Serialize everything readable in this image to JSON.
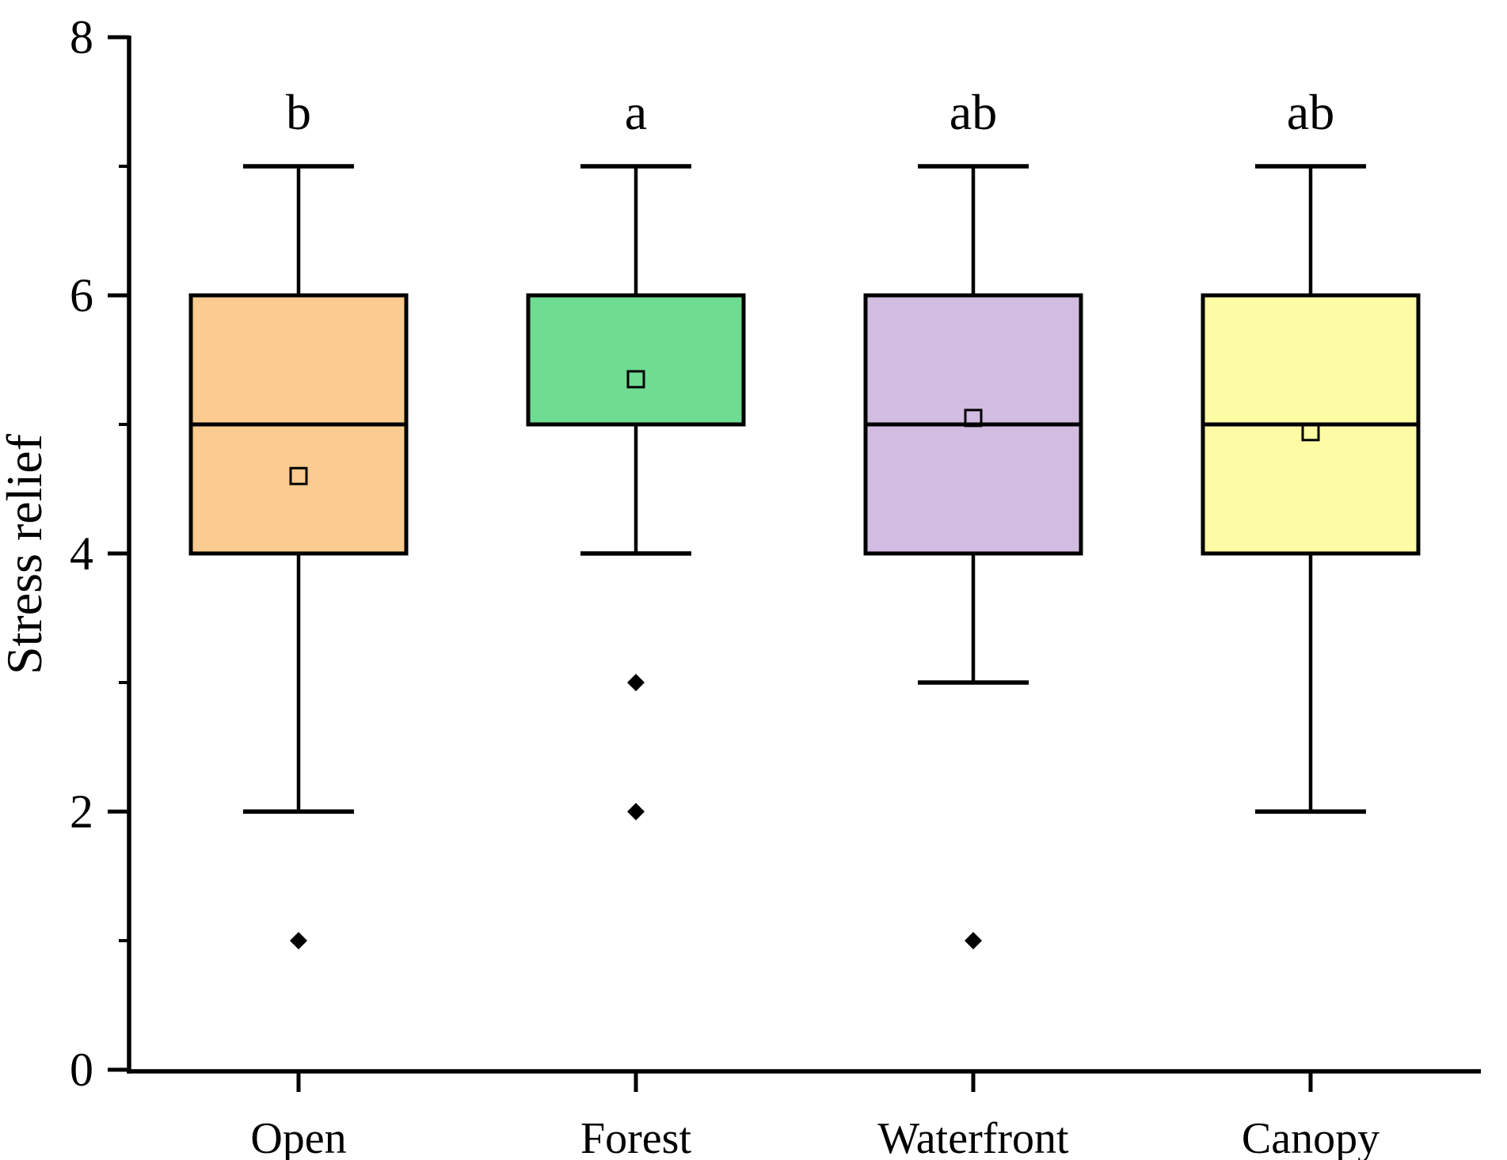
{
  "chart_data": {
    "type": "box",
    "title": "",
    "ylabel": "Stress relief",
    "xlabel": "",
    "ylim": [
      0,
      8
    ],
    "y_major_ticks": [
      0,
      2,
      4,
      6,
      8
    ],
    "y_minor_ticks": [
      1,
      3,
      5,
      7
    ],
    "grid": false,
    "legend": "none",
    "background_color": "#FFFFFF",
    "axis_color": "#000000",
    "marker_styles": {
      "mean": "open-square",
      "outlier": "filled-diamond"
    },
    "categories": [
      "Open",
      "Forest",
      "Waterfront",
      "Canopy"
    ],
    "significance_letters": [
      "b",
      "a",
      "ab",
      "ab"
    ],
    "boxes": [
      {
        "category": "Open",
        "letter": "b",
        "fill_color": "#FCCB8F",
        "whisker_low": 2,
        "q1": 4,
        "median": 5,
        "q3": 6,
        "whisker_high": 7,
        "mean": 4.6,
        "outliers": [
          1
        ]
      },
      {
        "category": "Forest",
        "letter": "a",
        "fill_color": "#70DC92",
        "whisker_low": 4,
        "q1": 5,
        "median": 5,
        "q3": 6,
        "whisker_high": 7,
        "mean": 5.35,
        "outliers": [
          3,
          2
        ]
      },
      {
        "category": "Waterfront",
        "letter": "ab",
        "fill_color": "#D2BCE2",
        "whisker_low": 3,
        "q1": 4,
        "median": 5,
        "q3": 6,
        "whisker_high": 7,
        "mean": 5.05,
        "outliers": [
          1
        ]
      },
      {
        "category": "Canopy",
        "letter": "ab",
        "fill_color": "#FDFBA4",
        "whisker_low": 2,
        "q1": 4,
        "median": 5,
        "q3": 6,
        "whisker_high": 7,
        "mean": 4.94,
        "outliers": []
      }
    ]
  }
}
